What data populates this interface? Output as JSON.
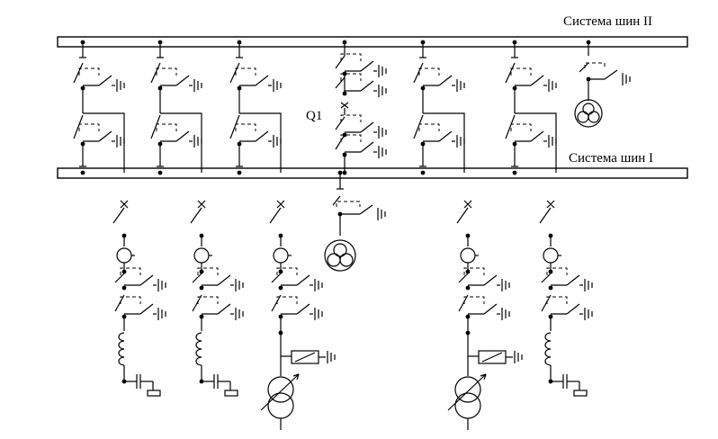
{
  "labels": {
    "bus_top": "Система шин II",
    "bus_bottom": "Система шин I",
    "breaker": "Q1"
  }
}
